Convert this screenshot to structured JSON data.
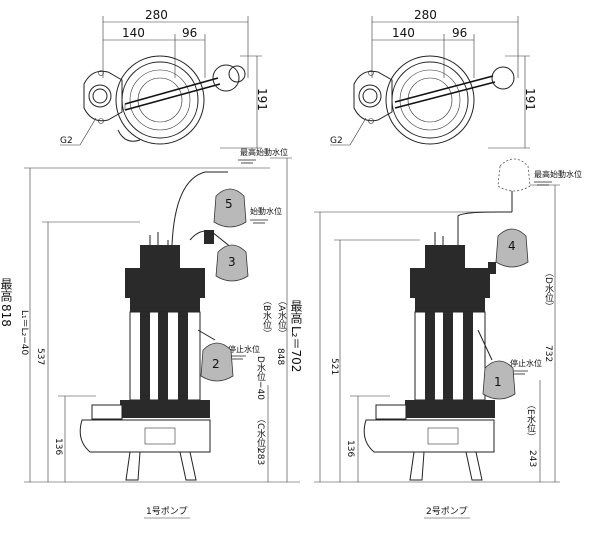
{
  "top_views": {
    "left": {
      "width_total": "280",
      "width_a": "140",
      "width_b": "96",
      "height": "191",
      "port_label": "G2"
    },
    "right": {
      "width_total": "280",
      "width_a": "140",
      "width_b": "96",
      "height": "191",
      "port_label": "G2"
    }
  },
  "pump1": {
    "caption": "1号ポンプ",
    "max_water_level": "最高始動水位",
    "start_water_level": "始動水位",
    "stop_water_level": "停止水位",
    "float_labels": [
      "5",
      "3",
      "2"
    ],
    "overall_height_label": "最高",
    "overall_height_value": "818",
    "l1_label": "L₁＝L₂−40",
    "dim_537": "537",
    "dim_136": "136",
    "dim_848": "848",
    "a_level": "（A水位）",
    "b_level": "（B水位）",
    "d_level": "D水位−40",
    "c_level": "（C水位）",
    "dim_283": "283"
  },
  "pump2": {
    "caption": "2号ポンプ",
    "max_water_level": "最高始動水位",
    "stop_water_level": "停止水位",
    "float_labels": [
      "4",
      "1"
    ],
    "overall_height_label": "最高",
    "l2_label": "L₂＝702",
    "dim_521": "521",
    "dim_136": "136",
    "dim_732": "732",
    "d_level": "（D水位）",
    "e_level": "（E水位）",
    "dim_243": "243"
  }
}
